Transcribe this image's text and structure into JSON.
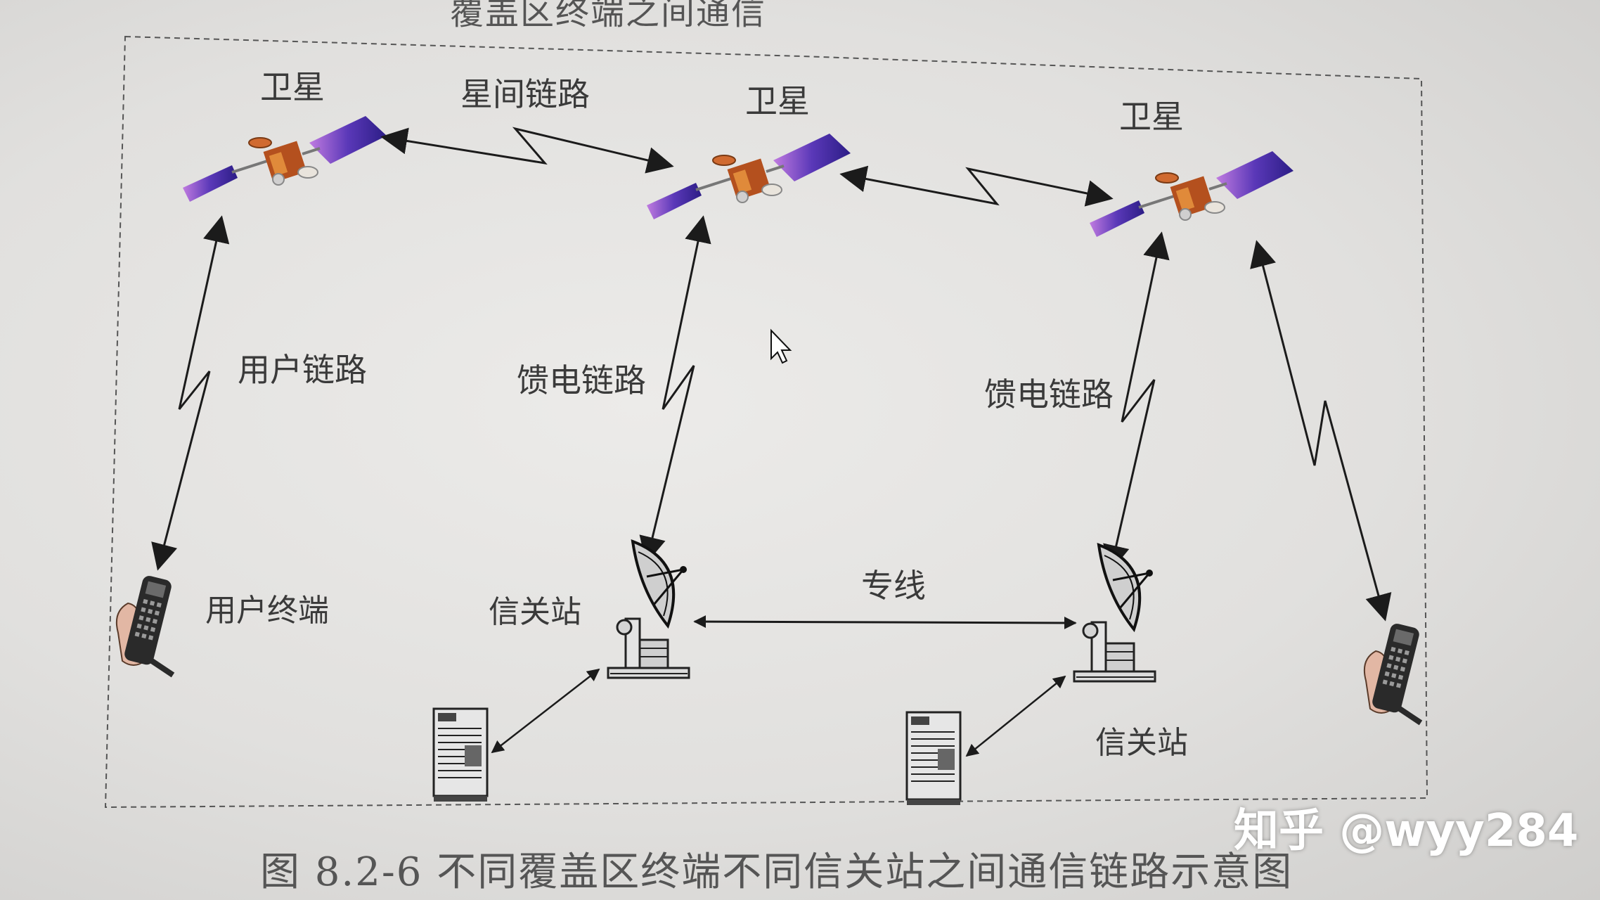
{
  "header_text": "覆盖区终端之间通信",
  "satellites": [
    {
      "label": "卫星"
    },
    {
      "label": "卫星"
    },
    {
      "label": "卫星"
    }
  ],
  "links": {
    "inter_satellite": "星间链路",
    "user_link": "用户链路",
    "feeder_link_1": "馈电链路",
    "feeder_link_2": "馈电链路",
    "dedicated_line": "专线"
  },
  "nodes": {
    "user_terminal": "用户终端",
    "gateway_1": "信关站",
    "gateway_2": "信关站"
  },
  "caption": "图  8.2-6  不同覆盖区终端不同信关站之间通信链路示意图",
  "watermark": "知乎 @wyy284",
  "icons": [
    "satellite-icon",
    "dish-antenna-icon",
    "mobile-phone-icon",
    "server-icon",
    "mouse-cursor-icon"
  ],
  "colors": {
    "solar_panel": "#4b2fa8",
    "body": "#b04a1c",
    "text": "#3a3a3a"
  }
}
